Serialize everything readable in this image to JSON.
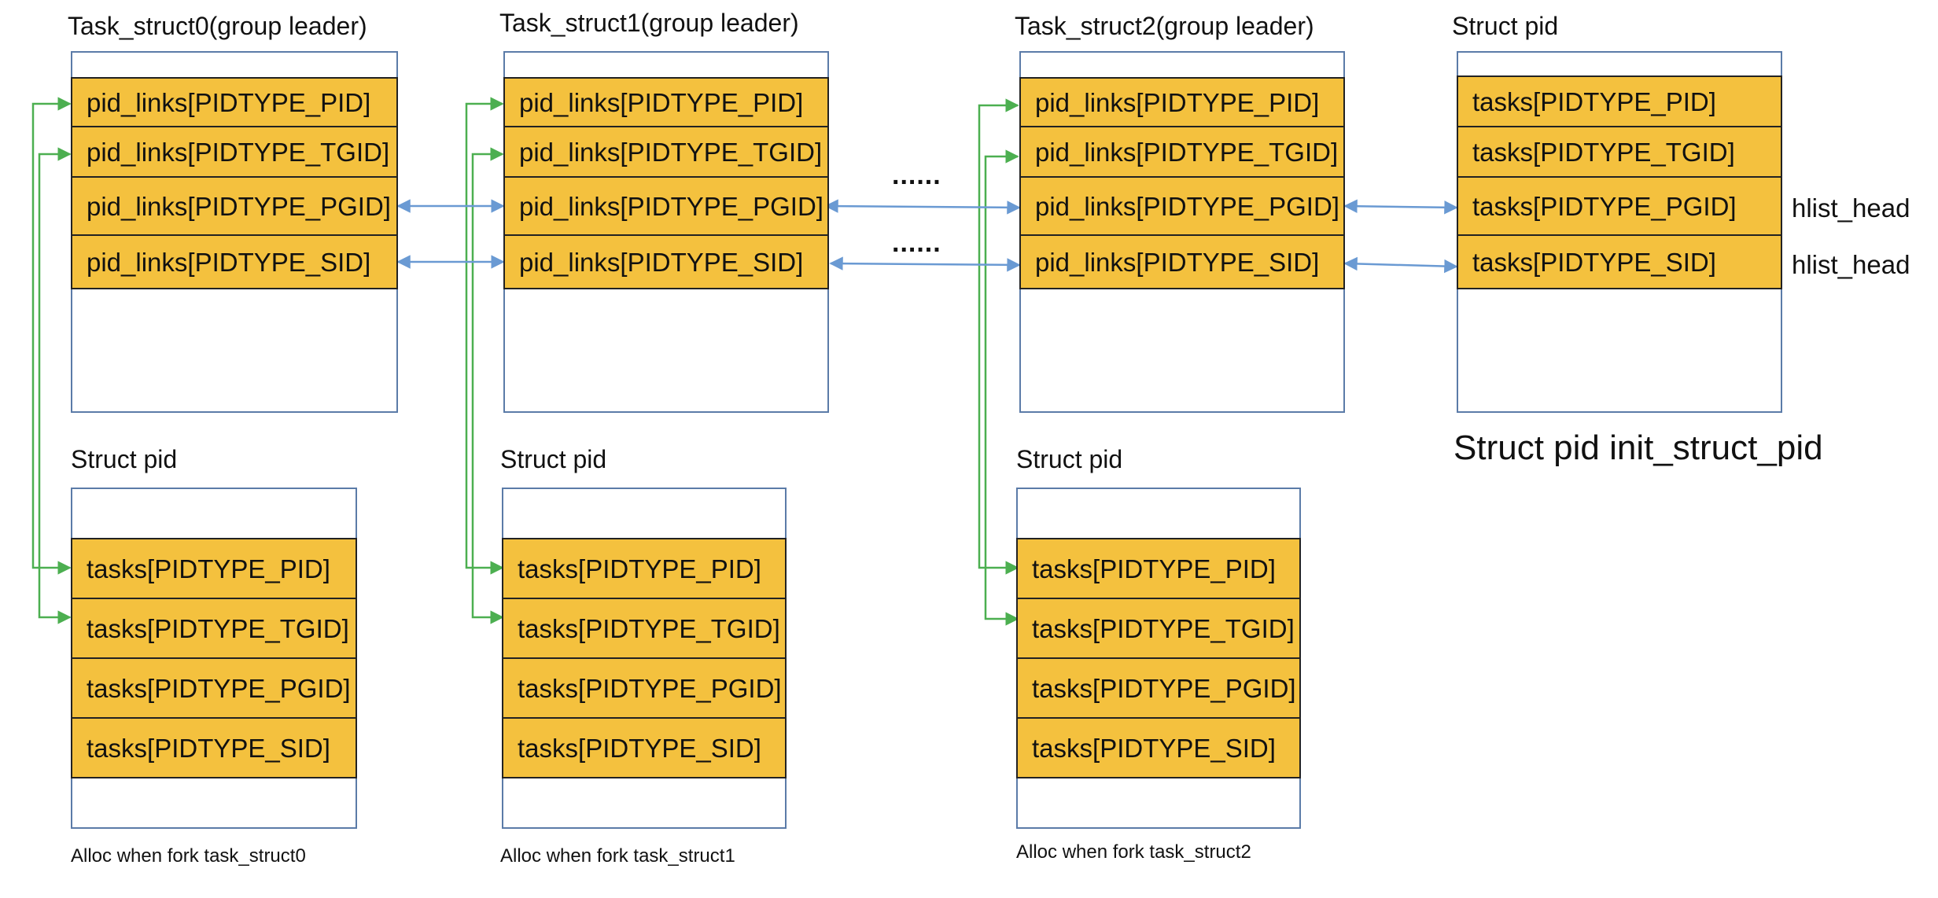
{
  "task_structs": [
    {
      "title": "Task_struct0(group leader)",
      "fields": [
        "pid_links[PIDTYPE_PID]",
        "pid_links[PIDTYPE_TGID]",
        "pid_links[PIDTYPE_PGID]",
        "pid_links[PIDTYPE_SID]"
      ]
    },
    {
      "title": "Task_struct1(group leader)",
      "fields": [
        "pid_links[PIDTYPE_PID]",
        "pid_links[PIDTYPE_TGID]",
        "pid_links[PIDTYPE_PGID]",
        "pid_links[PIDTYPE_SID]"
      ]
    },
    {
      "title": "Task_struct2(group leader)",
      "fields": [
        "pid_links[PIDTYPE_PID]",
        "pid_links[PIDTYPE_TGID]",
        "pid_links[PIDTYPE_PGID]",
        "pid_links[PIDTYPE_SID]"
      ]
    }
  ],
  "init_pid": {
    "title": "Struct pid",
    "fields": [
      "tasks[PIDTYPE_PID]",
      "tasks[PIDTYPE_TGID]",
      "tasks[PIDTYPE_PGID]",
      "tasks[PIDTYPE_SID]"
    ],
    "side_labels": [
      "hlist_head",
      "hlist_head"
    ],
    "caption": "Struct pid init_struct_pid"
  },
  "pid_structs": [
    {
      "title": "Struct pid",
      "fields": [
        "tasks[PIDTYPE_PID]",
        "tasks[PIDTYPE_TGID]",
        "tasks[PIDTYPE_PGID]",
        "tasks[PIDTYPE_SID]"
      ],
      "caption": "Alloc when fork task_struct0"
    },
    {
      "title": "Struct pid",
      "fields": [
        "tasks[PIDTYPE_PID]",
        "tasks[PIDTYPE_TGID]",
        "tasks[PIDTYPE_PGID]",
        "tasks[PIDTYPE_SID]"
      ],
      "caption": "Alloc when fork task_struct1"
    },
    {
      "title": "Struct pid",
      "fields": [
        "tasks[PIDTYPE_PID]",
        "tasks[PIDTYPE_TGID]",
        "tasks[PIDTYPE_PGID]",
        "tasks[PIDTYPE_SID]"
      ],
      "caption": "Alloc when fork task_struct2"
    }
  ],
  "ellipsis": [
    "......",
    "......"
  ],
  "colors": {
    "field_fill": "#f4c13e",
    "box_border": "#5b7ba8",
    "green_link": "#4caf50",
    "blue_link": "#6a9ad3"
  }
}
